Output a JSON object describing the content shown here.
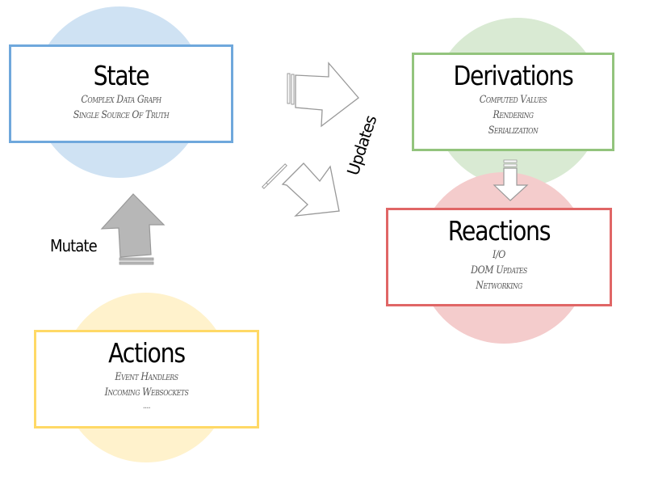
{
  "nodes": {
    "state": {
      "title": "State",
      "lines": [
        "Complex Data Graph",
        "Single Source Of Truth"
      ]
    },
    "derivations": {
      "title": "Derivations",
      "lines": [
        "Computed Values",
        "Rendering",
        "Serialization"
      ]
    },
    "reactions": {
      "title": "Reactions",
      "lines": [
        "I/O",
        "DOM Updates",
        "Networking"
      ]
    },
    "actions": {
      "title": "Actions",
      "lines": [
        "Event Handlers",
        "Incoming Websockets",
        "...."
      ]
    }
  },
  "edges": {
    "mutate": "Mutate",
    "updates": "Updates"
  },
  "colors": {
    "state_border": "#6fa8dc",
    "state_circle": "#cfe2f3",
    "derivations_border": "#93c47d",
    "derivations_circle": "#d9ead3",
    "reactions_border": "#e06666",
    "reactions_circle": "#f4cccc",
    "actions_border": "#ffd966",
    "actions_circle": "#fff2cc",
    "arrow_outline": "#999999",
    "arrow_fill_solid": "#b7b7b7"
  }
}
